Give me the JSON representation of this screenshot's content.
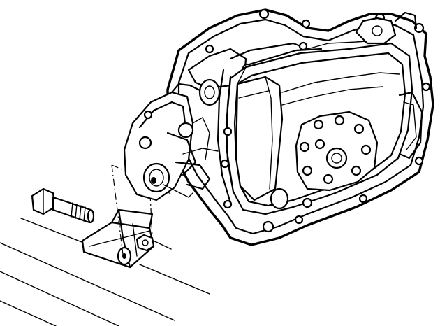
{
  "illustration": {
    "subject": "transaxle-mount-assembly",
    "parts": [
      "transaxle-case",
      "valve-body-cover",
      "mount-bracket",
      "mount-bolt",
      "nut",
      "frame-rail"
    ]
  },
  "colors": {
    "ink": "#000000",
    "paper": "#ffffff"
  }
}
